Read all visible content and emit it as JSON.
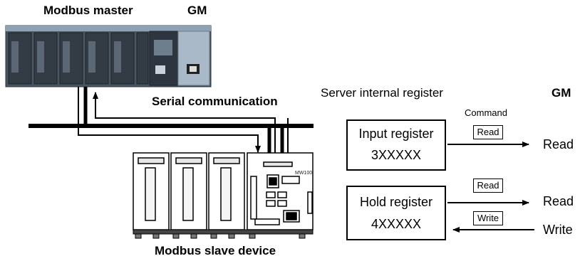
{
  "master": {
    "title": "Modbus master",
    "device": "GM"
  },
  "slave": {
    "title": "Modbus slave device",
    "device_badge": "MW100"
  },
  "link_label": "Serial communication",
  "server": {
    "title": "Server internal register",
    "device": "GM",
    "command_header": "Command"
  },
  "registers": [
    {
      "name": "Input register",
      "address": "3XXXXX"
    },
    {
      "name": "Hold register",
      "address": "4XXXXX"
    }
  ],
  "commands": [
    {
      "label": "Read",
      "result": "Read"
    },
    {
      "label": "Read",
      "result": "Read"
    },
    {
      "label": "Write",
      "result": "Write"
    }
  ],
  "colors": {
    "chassis": "#3f4a55",
    "chassis_light": "#8fa2b3",
    "mw100_body": "#f2f2f2",
    "line": "#000000"
  }
}
